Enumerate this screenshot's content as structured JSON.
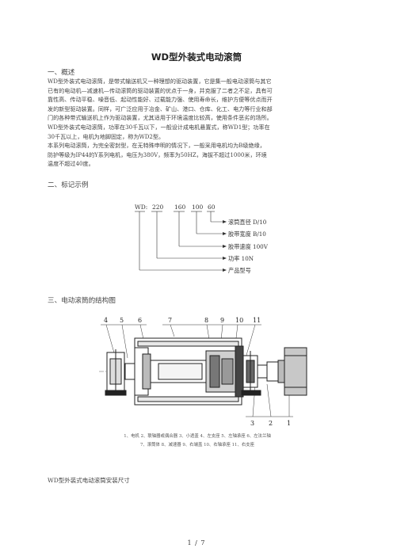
{
  "title": "WD型外装式电动滚筒",
  "section1": {
    "heading": "一、概述",
    "lines": [
      "WD型外装式电动滚筒，是带式输送机又一种理想的驱动装置，它是集一般电动滚筒与其它",
      "已有的电动机—减速机—传动滚筒的驱动装置的优点于一身，并克服了二者之不足，具有可",
      "靠性高、传动平稳、噪音低、起动性能好、过载能力强、使用寿命长，维护方便等优点而开",
      "发的新型驱动装置。同样，可广泛应用于冶金、矿山、港口、仓库、化工、电力等行业和部",
      "门的各种带式输送机上作为驱动装置，尤其适用于环境温度比较高，使用条件恶劣的场所。",
      "WD型外装式电动滚筒，功率在30千瓦以下，一般设计成电机悬置式，称WD1型；功率在",
      "30千瓦以上，电机为地脚固定，称为WD2型。",
      "本系列电动滚筒，为完全密封型，在无特殊申明的情况下，一般采用电机均为B级绝缘，",
      "防护等级为IP44的Y系列电机，电压为380V，频率为50HZ，海拔不超过1000米，环境",
      "温度不超过40度。"
    ]
  },
  "section2": {
    "heading": "二、标记示例",
    "marking": {
      "prefix": "WD:",
      "codes": [
        "220",
        "160",
        "100",
        "60"
      ],
      "labels": [
        "滚筒直径 D/10",
        "胶带宽度 B/10",
        "胶带速度 100V",
        "功率 10N",
        "产品型号"
      ]
    }
  },
  "section3": {
    "heading": "三、电动滚筒的结构图",
    "callouts_top": [
      "4",
      "5",
      "6",
      "7",
      "8",
      "9",
      "10",
      "11"
    ],
    "callouts_bottom": [
      "3",
      "2",
      "1"
    ],
    "caption": [
      "1、电机 2、联轴器或偶合器 3、小透盖 4、左支座 5、左轴承座 6、左法兰轴",
      "7、滚筒体 8、减速器 9、右端盖 10、右轴承座 11、右支座"
    ]
  },
  "subsection": "WD型外装式电动滚筒安装尺寸",
  "footer": "1 / 7"
}
